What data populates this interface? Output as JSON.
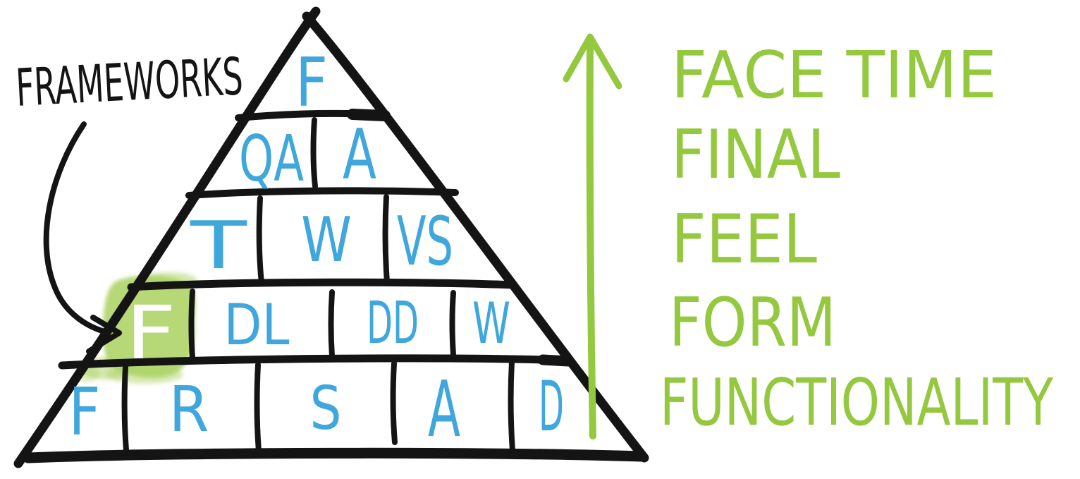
{
  "annotation": {
    "label": "FRAMEWORKS"
  },
  "pyramid": {
    "levels": [
      [
        "F"
      ],
      [
        "QA",
        "A"
      ],
      [
        "T",
        "W",
        "VS"
      ],
      [
        "F",
        "DL",
        "DD",
        "W"
      ],
      [
        "F",
        "R",
        "S",
        "A",
        "D"
      ]
    ],
    "highlight": {
      "label": "F",
      "level_index": 3,
      "cell_index": 0
    }
  },
  "axis": {
    "direction": "up",
    "labels": [
      "FACE TIME",
      "FINAL",
      "FEEL",
      "FORM",
      "FUNCTIONALITY"
    ]
  },
  "colors": {
    "ink": "#141414",
    "letter_blue": "#3fa7db",
    "green": "#94c83e",
    "highlight_green": "#a9d15f",
    "highlight_letter": "#ffffff",
    "background": "#ffffff"
  }
}
